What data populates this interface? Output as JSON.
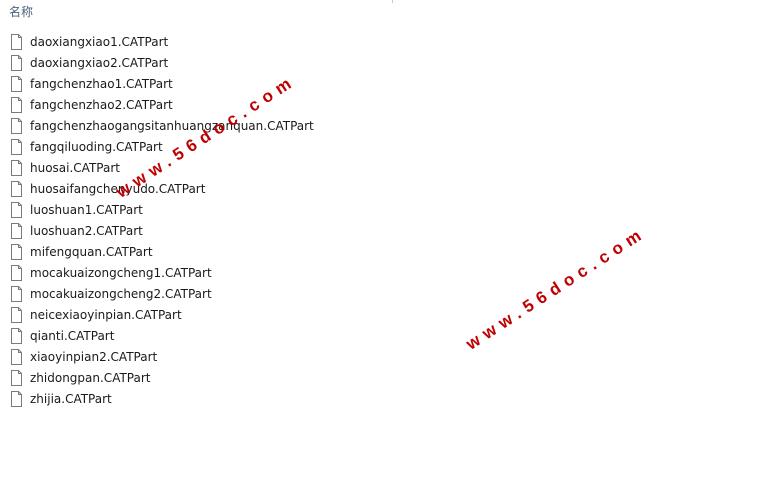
{
  "header": {
    "name_column": "名称"
  },
  "files": [
    {
      "name": "daoxiangxiao1.CATPart"
    },
    {
      "name": "daoxiangxiao2.CATPart"
    },
    {
      "name": "fangchenzhao1.CATPart"
    },
    {
      "name": "fangchenzhao2.CATPart"
    },
    {
      "name": "fangchenzhaogangsitanhuangzanquan.CATPart"
    },
    {
      "name": "fangqiluoding.CATPart"
    },
    {
      "name": "huosai.CATPart"
    },
    {
      "name": "huosaifangchenyudo.CATPart"
    },
    {
      "name": "luoshuan1.CATPart"
    },
    {
      "name": "luoshuan2.CATPart"
    },
    {
      "name": "mifengquan.CATPart"
    },
    {
      "name": "mocakuaizongcheng1.CATPart"
    },
    {
      "name": "mocakuaizongcheng2.CATPart"
    },
    {
      "name": "neicexiaoyinpian.CATPart"
    },
    {
      "name": "qianti.CATPart"
    },
    {
      "name": "xiaoyinpian2.CATPart"
    },
    {
      "name": "zhidongpan.CATPart"
    },
    {
      "name": "zhijia.CATPart"
    }
  ],
  "watermarks": [
    {
      "text": "www.56doc.com"
    },
    {
      "text": "www.56doc.com"
    }
  ],
  "colors": {
    "watermark": "#c00000",
    "header_text": "#4c607a"
  },
  "icons": {
    "file": "generic-document-icon"
  }
}
